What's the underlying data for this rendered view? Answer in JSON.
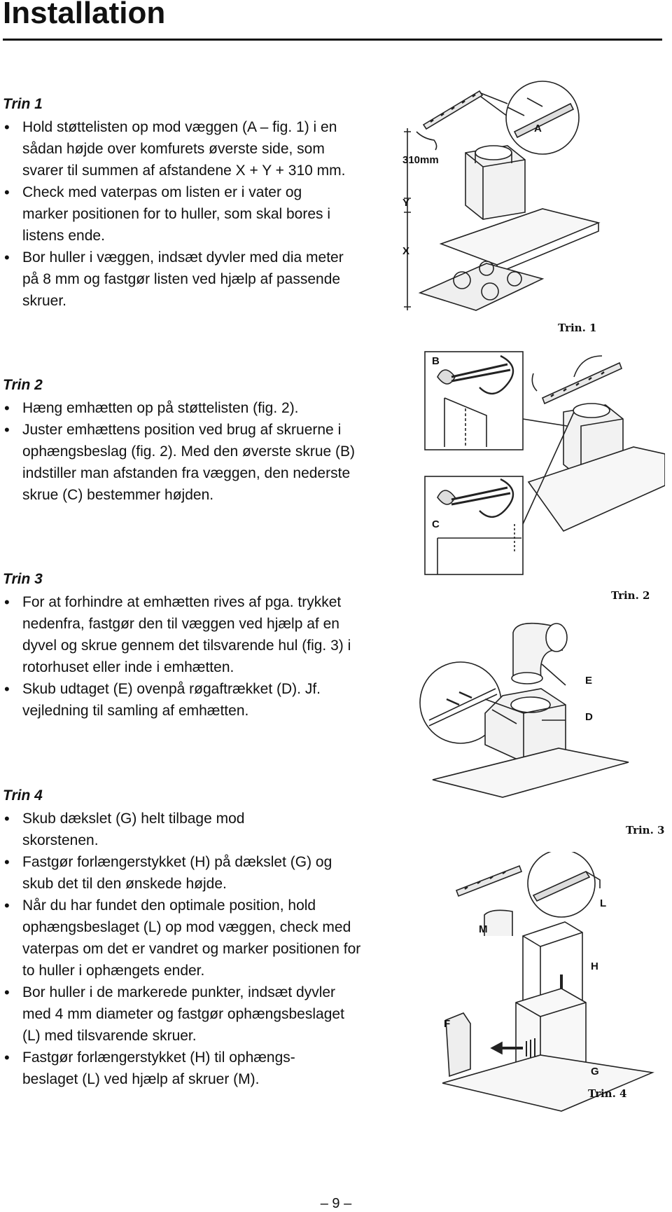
{
  "page": {
    "title": "Installation",
    "page_number": "– 9 –"
  },
  "steps": [
    {
      "heading": "Trin 1",
      "bullets": [
        "Hold støttelisten op mod væggen (A – fig. 1) i en sådan højde over komfurets øverste side, som svarer til summen af afstandene X + Y + 310 mm.",
        "Check med vaterpas om listen er i vater og marker positionen for to huller, som skal bores i listens ende.",
        "Bor huller i væggen, indsæt dyvler med dia meter på 8 mm og fastgør listen ved hjælp af passende skruer."
      ]
    },
    {
      "heading": "Trin 2",
      "bullets": [
        "Hæng emhætten op på støttelisten (fig. 2).",
        "Juster emhættens position ved brug af skruerne i ophængsbeslag (fig. 2). Med den øverste skrue (B) indstiller man afstanden fra væggen, den nederste skrue (C) bestemmer højden."
      ]
    },
    {
      "heading": "Trin 3",
      "bullets": [
        "For at forhindre at emhætten rives af pga. trykket nedenfra, fastgør den til væggen ved hjælp af en dyvel og skrue gennem det tilsvarende hul (fig. 3) i rotorhuset eller inde i emhætten.",
        "Skub udtaget (E) ovenpå røgaftrækket (D). Jf. vejledning til samling af emhætten."
      ]
    },
    {
      "heading": "Trin 4",
      "bullets": [
        "Skub dækslet (G) helt tilbage mod skorstenen.",
        "Fastgør forlængerstykket (H) på dækslet (G) og skub det til den ønskede højde.",
        "Når du har fundet den optimale position, hold ophængsbeslaget (L) op mod væggen, check med vaterpas om det er vandret og marker positionen for to huller i ophængets ender.",
        "Bor huller i de markerede punkter, indsæt dyvler med 4 mm diameter og fastgør ophængsbeslaget (L) med tilsvarende skruer.",
        "Fastgør forlængerstykket (H) til ophængs-beslaget (L) ved hjælp af skruer (M)."
      ]
    }
  ],
  "figures": {
    "fig1": {
      "caption": "Trin. 1",
      "label_a": "A",
      "dim_label": "310mm",
      "label_y": "Y",
      "label_x": "X"
    },
    "fig2": {
      "caption": "Trin. 2",
      "label_b": "B",
      "label_c": "C"
    },
    "fig3": {
      "caption": "Trin. 3",
      "label_e": "E",
      "label_d": "D"
    },
    "fig4": {
      "caption": "Trin. 4",
      "label_m": "M",
      "label_l": "L",
      "label_h": "H",
      "label_f": "F",
      "label_g": "G"
    }
  }
}
